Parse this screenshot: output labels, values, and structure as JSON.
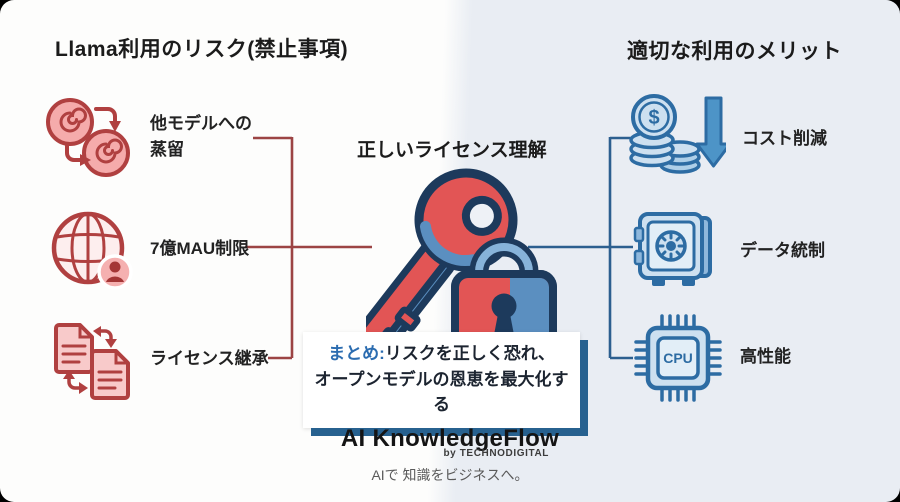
{
  "left_panel": {
    "heading": "Llama利用のリスク(禁止事項)",
    "accent_color": "#9c4444",
    "items": [
      {
        "icon": "model-distillation-icon",
        "label": "他モデルへの\n蒸留"
      },
      {
        "icon": "globe-users-icon",
        "label": "7億MAU制限"
      },
      {
        "icon": "license-docs-icon",
        "label": "ライセンス継承"
      }
    ]
  },
  "center": {
    "title": "正しいライセンス理解",
    "icon": "key-lock-illustration",
    "key_color": "#e25555",
    "lock_blue": "#5b8fc0"
  },
  "right_panel": {
    "heading": "適切な利用のメリット",
    "accent_color": "#2c5f8f",
    "dollar_sign": "$",
    "cpu_label": "CPU",
    "items": [
      {
        "icon": "cost-down-icon",
        "label": "コスト削減"
      },
      {
        "icon": "safe-vault-icon",
        "label": "データ統制"
      },
      {
        "icon": "cpu-chip-icon",
        "label": "高性能"
      }
    ]
  },
  "summary": {
    "prefix": "まとめ:",
    "line1_rest": "リスクを正しく恐れ、",
    "line2": "オープンモデルの恩恵を最大化する",
    "prefix_color": "#2b6cb0",
    "accent_color": "#27618f"
  },
  "footer": {
    "brand": "AI KnowledgeFlow",
    "byline": "by TECHNODIGITAL",
    "tagline": "AIで 知識をビジネスへ。"
  }
}
